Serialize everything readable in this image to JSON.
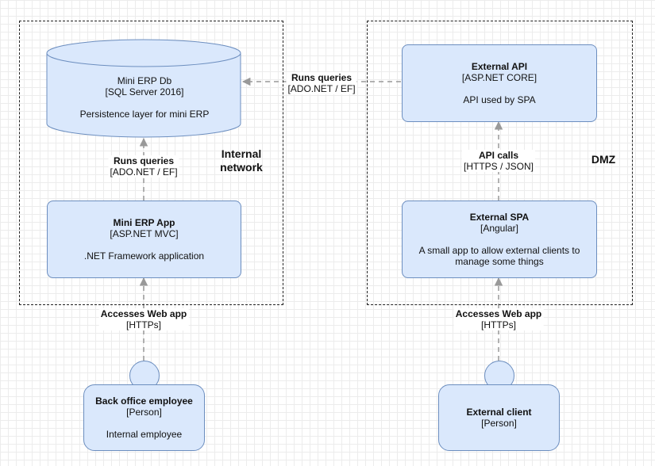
{
  "boundaries": {
    "internal": {
      "label_line1": "Internal",
      "label_line2": "network"
    },
    "dmz": {
      "label": "DMZ"
    }
  },
  "nodes": {
    "erp_db": {
      "name": "Mini ERP Db",
      "tech": "[SQL Server 2016]",
      "desc": "Persistence layer for mini ERP"
    },
    "erp_app": {
      "name": "Mini ERP App",
      "tech": "[ASP.NET MVC]",
      "desc": ".NET Framework application"
    },
    "ext_api": {
      "name": "External API",
      "tech": "[ASP.NET CORE]",
      "desc": "API used by SPA"
    },
    "ext_spa": {
      "name": "External SPA",
      "tech": "[Angular]",
      "desc_line1": "A small app to allow external clients to",
      "desc_line2": "manage some things"
    },
    "back_office": {
      "name": "Back office employee",
      "tech": "[Person]",
      "desc": "Internal employee"
    },
    "ext_client": {
      "name": "External client",
      "tech": "[Person]",
      "desc": ""
    }
  },
  "edges": {
    "api_to_db": {
      "label": "Runs queries",
      "tech": "[ADO.NET / EF]"
    },
    "app_to_db": {
      "label": "Runs queries",
      "tech": "[ADO.NET / EF]"
    },
    "spa_to_api": {
      "label": "API calls",
      "tech": "[HTTPS / JSON]"
    },
    "employee_to_app": {
      "label": "Accesses Web app",
      "tech": "[HTTPs]"
    },
    "client_to_spa": {
      "label": "Accesses Web app",
      "tech": "[HTTPs]"
    }
  },
  "colors": {
    "fill": "#dae8fc",
    "stroke": "#6c8ebf",
    "edge": "#999999"
  }
}
